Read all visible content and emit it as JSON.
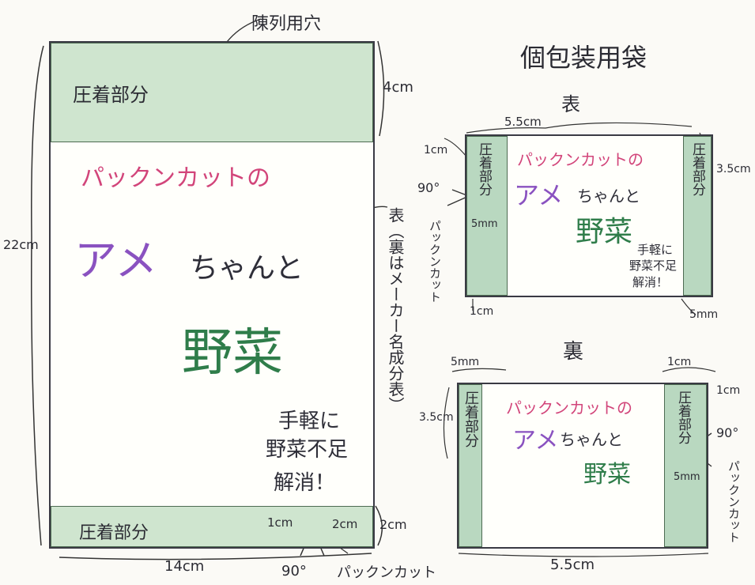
{
  "main_bag": {
    "tear_hole_label": "陳列用穴",
    "top_seal_label": "圧着部分",
    "top_seal_dim": "4cm",
    "height_dim": "22cm",
    "title_line1": "パックンカットの",
    "title_ame": "アメ",
    "title_chan": "ちゃんと",
    "title_yasai": "野菜",
    "slogan_line1": "手軽に",
    "slogan_line2": "野菜不足",
    "slogan_line3": "解消！",
    "bottom_seal_label": "圧着部分",
    "bottom_seal_dim": "2cm",
    "cut_offset_1": "1cm",
    "cut_offset_2": "2cm",
    "width_dim": "14cm",
    "angle": "90°",
    "cut_label": "パックンカット",
    "side_note": "表（裏はメーカー名成分表）"
  },
  "individual": {
    "title": "個包装用袋",
    "front_label": "表",
    "back_label": "裏",
    "front": {
      "width_dim": "5.5cm",
      "left_dim_top": "1cm",
      "right_dim": "3.5cm",
      "left_seal_label": "圧着部分",
      "right_seal_label": "圧着部分",
      "title_line1": "パックンカットの",
      "title_ame": "アメ",
      "title_chan": "ちゃんと",
      "title_yasai": "野菜",
      "slogan_line1": "手軽に",
      "slogan_line2": "野菜不足",
      "slogan_line3": "解消！",
      "angle": "90°",
      "cut_offset": "5mm",
      "cut_label": "パックンカット",
      "bottom_left_dim": "1cm",
      "bottom_right_dim": "5mm"
    },
    "back": {
      "left_top_dim": "5mm",
      "right_top_dim": "1cm",
      "right_side_dim": "1cm",
      "height_dim": "3.5cm",
      "left_seal_label": "圧着部分",
      "right_seal_label": "圧着部分",
      "title_line1": "パックンカットの",
      "title_ame": "アメ",
      "title_chan": "ちゃんと",
      "title_yasai": "野菜",
      "angle": "90°",
      "cut_offset": "5mm",
      "cut_label": "パックンカット",
      "width_dim": "5.5cm"
    }
  }
}
